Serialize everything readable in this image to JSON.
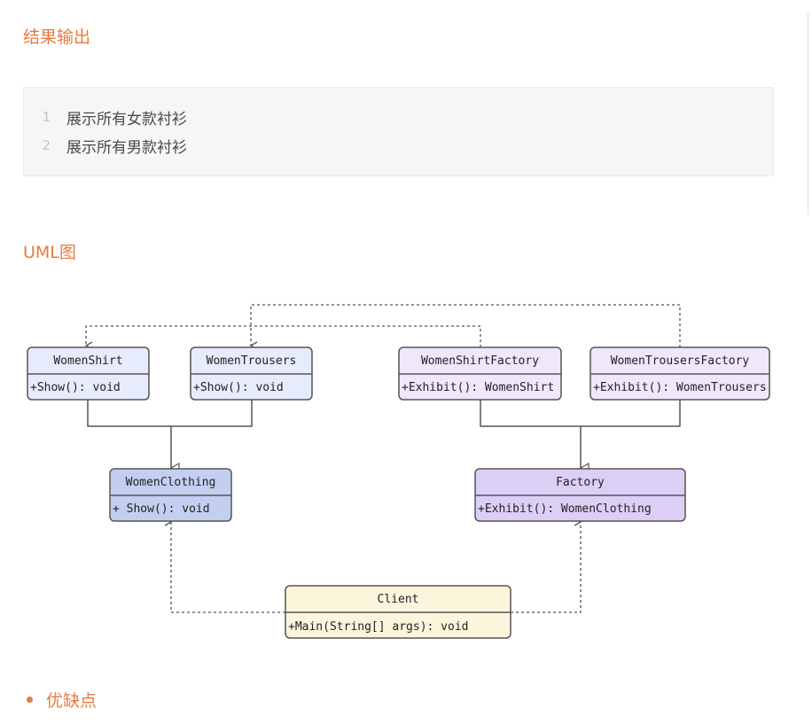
{
  "headings": {
    "result": "结果输出",
    "uml": "UML图",
    "pros_cons": "优缺点"
  },
  "code": {
    "lines": [
      {
        "num": "1",
        "text": "展示所有女款衬衫"
      },
      {
        "num": "2",
        "text": "展示所有男款衬衫"
      }
    ]
  },
  "uml": {
    "women_shirt": {
      "name": "WomenShirt",
      "member": "+Show(): void"
    },
    "women_trousers": {
      "name": "WomenTrousers",
      "member": "+Show(): void"
    },
    "women_shirt_factory": {
      "name": "WomenShirtFactory",
      "member": "+Exhibit(): WomenShirt"
    },
    "women_trousers_factory": {
      "name": "WomenTrousersFactory",
      "member": "+Exhibit(): WomenTrousers"
    },
    "women_clothing": {
      "name": "WomenClothing",
      "member": "+ Show(): void"
    },
    "factory": {
      "name": "Factory",
      "member": "+Exhibit(): WomenClothing"
    },
    "client": {
      "name": "Client",
      "member": "+Main(String[] args): void"
    }
  },
  "colors": {
    "accent": "#e87a3e",
    "blue_light": "#e6ecfb",
    "blue_mid": "#c3cff0",
    "purple_light": "#efe8fb",
    "purple_mid": "#dccff6",
    "yellow_light": "#fcf5dc"
  }
}
